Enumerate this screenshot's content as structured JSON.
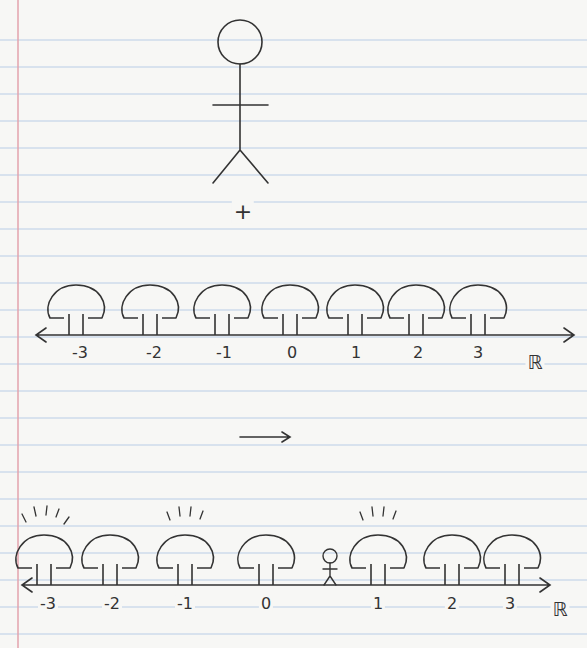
{
  "diagram": {
    "labels": [
      "+",
      "-3",
      "-2",
      "-1",
      "0",
      "1",
      "2",
      "3",
      "ℝ",
      "-3",
      "-2",
      "-1",
      "0",
      "1",
      "2",
      "3",
      "ℝ"
    ]
  }
}
